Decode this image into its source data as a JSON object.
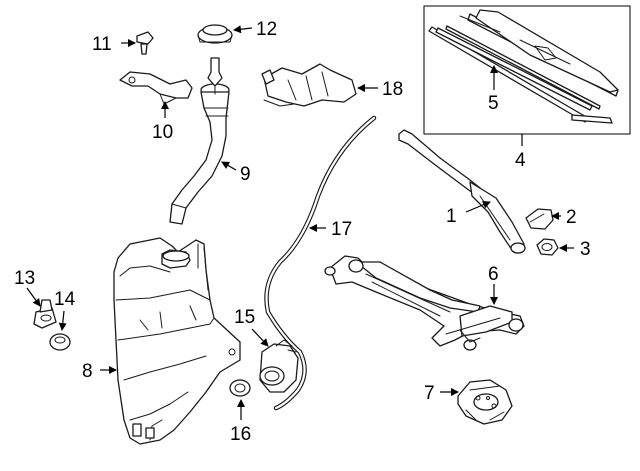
{
  "diagram": {
    "callouts": {
      "c1": "1",
      "c2": "2",
      "c3": "3",
      "c4": "4",
      "c5": "5",
      "c6": "6",
      "c7": "7",
      "c8": "8",
      "c9": "9",
      "c10": "10",
      "c11": "11",
      "c12": "12",
      "c13": "13",
      "c14": "14",
      "c15": "15",
      "c16": "16",
      "c17": "17",
      "c18": "18"
    },
    "colors": {
      "line": "#1a1a1a",
      "background": "#ffffff"
    }
  }
}
